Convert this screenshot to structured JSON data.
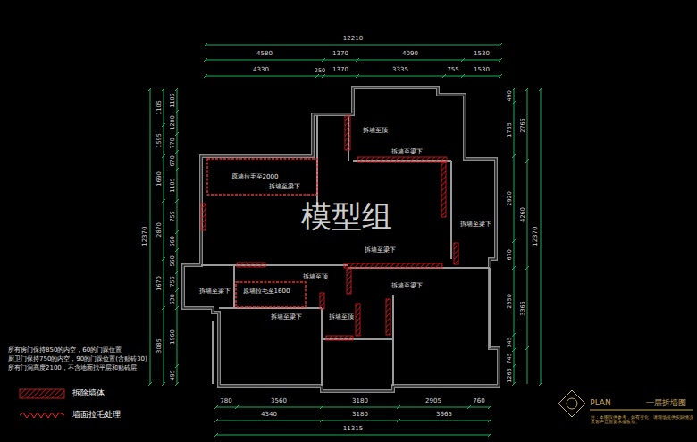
{
  "diagram": {
    "title": "一层拆墙图",
    "labels": [
      "模型组",
      "PLAN",
      "注：本图仅供参考，如有变化，请现场提供实际情况及客户意愿要求做改动。",
      "所有房门保持850的内空，60的门跺位置",
      "厨卫门保持750的内空，90的门跺位置(含贴砖30)",
      "所有门洞高度2100，不含地面找平层和贴砖层",
      "拆墙至顶",
      "拆墙至梁下",
      "拆墙至梁下",
      "原墙拉毛至2000",
      "拆墙至梁下",
      "拆墙至梁下",
      "拆墙至梁下",
      "原墙拉毛至1600",
      "拆墙至顶",
      "拆墙至梁下",
      "拆墙至梁下",
      "拆墙至顶",
      "12210",
      "4580",
      "1370",
      "4090",
      "1530",
      "4330",
      "250",
      "1370",
      "3335",
      "755",
      "1530",
      "780",
      "3560",
      "3180",
      "2905",
      "760",
      "4340",
      "3180",
      "3665",
      "11315",
      "12370",
      "1105",
      "1595",
      "1690",
      "2870",
      "1670",
      "3085",
      "1105",
      "1200",
      "770",
      "670",
      "1105",
      "755",
      "660",
      "560",
      "755",
      "630",
      "1960",
      "495",
      "12370",
      "2765",
      "4260",
      "3365",
      "490",
      "1765",
      "2920",
      "670",
      "2350",
      "345",
      "745",
      "1265"
    ],
    "legend": [
      {
        "text": "拆除墙体"
      },
      {
        "text": "墙面拉毛处理"
      }
    ]
  }
}
